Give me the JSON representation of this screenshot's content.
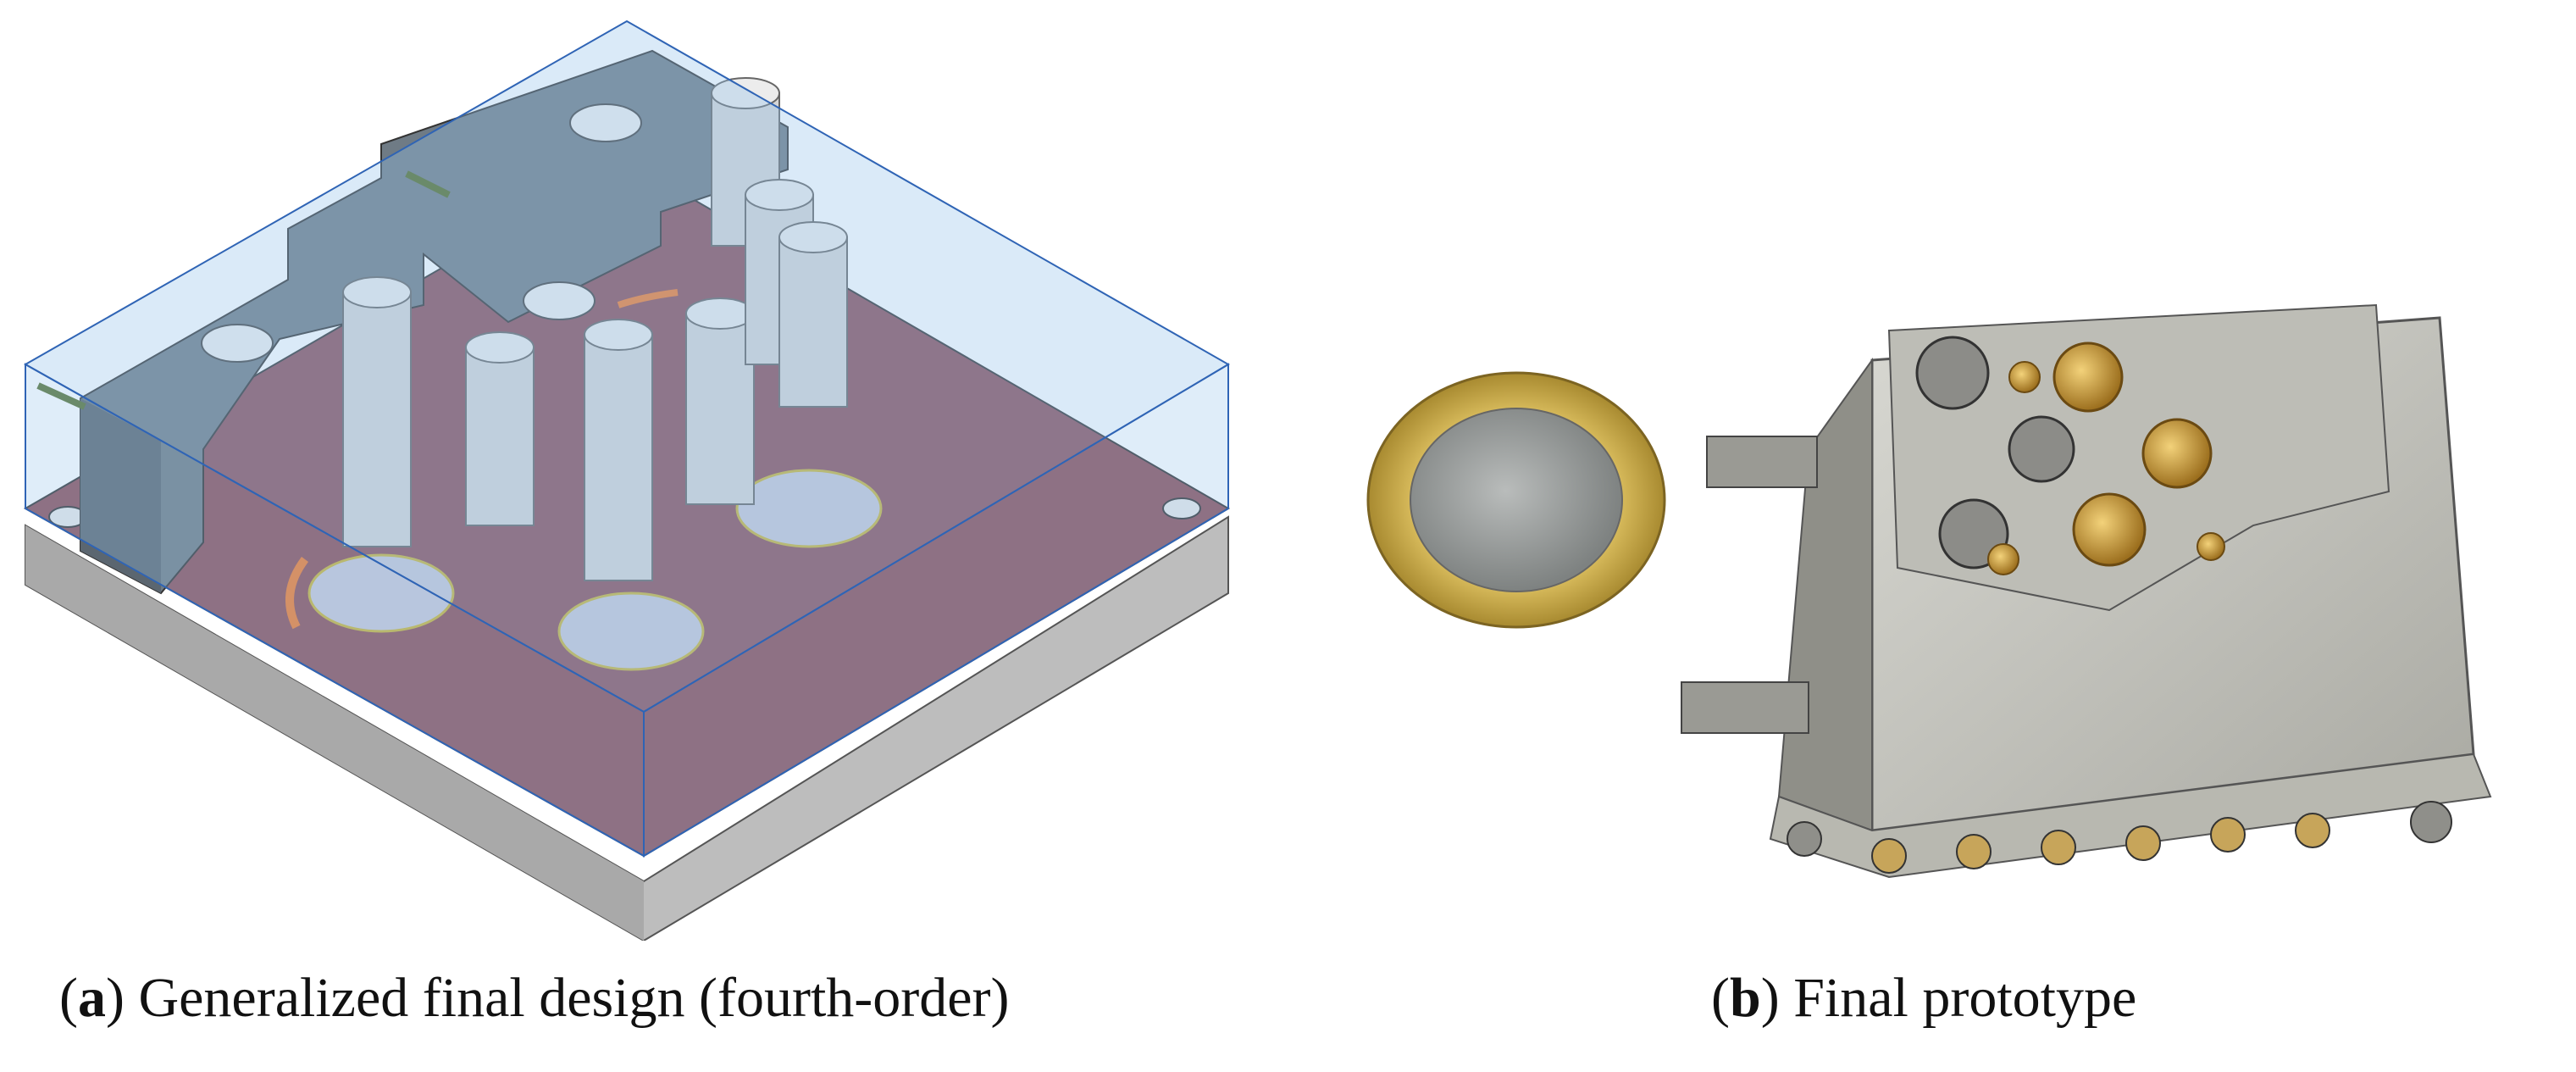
{
  "figure": {
    "panels": [
      {
        "id": "a",
        "letter": "a",
        "caption": "Generalized final design (fourth-order)",
        "content": "cad-rendering",
        "colors": {
          "housing": "#cfe3f7",
          "block": "#6e7a84",
          "pcb": "#8a4d57",
          "base": "#b7b7b7",
          "resonator": "#d9d9d9",
          "accent": "#f07b2e"
        }
      },
      {
        "id": "b",
        "letter": "b",
        "caption": "Final prototype",
        "content": "photograph",
        "colors": {
          "coin-rim": "#c9a94a",
          "coin-center": "#9ea1a0",
          "housing": "#c9c9c4",
          "brass": "#c79a3a"
        }
      }
    ]
  }
}
